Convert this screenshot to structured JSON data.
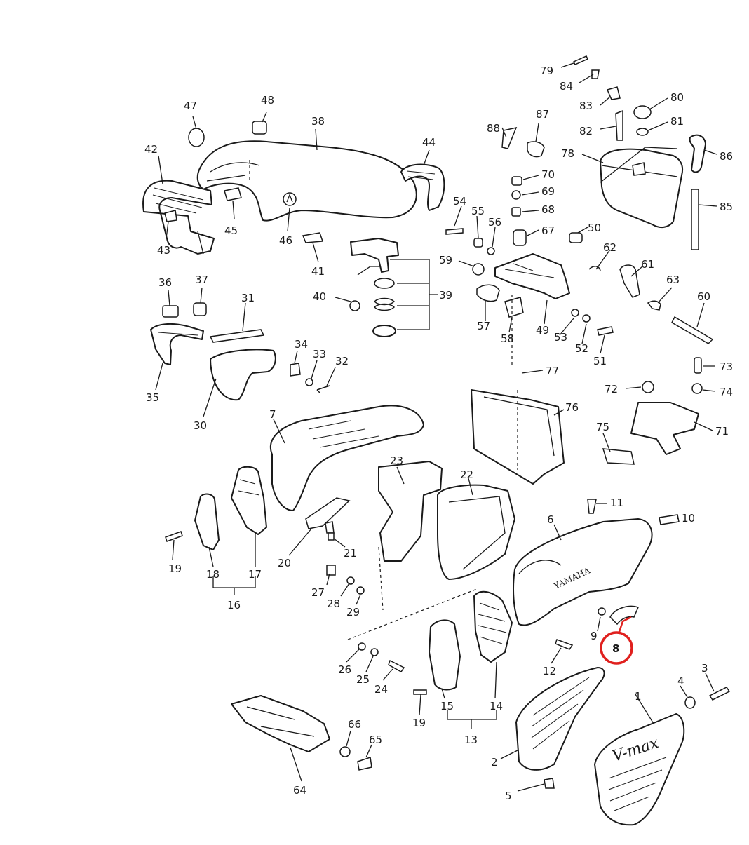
{
  "diagram": {
    "labels": [
      "1",
      "2",
      "3",
      "4",
      "5",
      "6",
      "7",
      "8",
      "9",
      "10",
      "11",
      "12",
      "13",
      "14",
      "15",
      "16",
      "17",
      "18",
      "19",
      "19",
      "20",
      "21",
      "22",
      "23",
      "24",
      "25",
      "26",
      "27",
      "28",
      "29",
      "30",
      "31",
      "32",
      "33",
      "34",
      "35",
      "36",
      "37",
      "38",
      "39",
      "40",
      "41",
      "42",
      "43",
      "44",
      "45",
      "46",
      "47",
      "48",
      "49",
      "50",
      "51",
      "52",
      "53",
      "54",
      "55",
      "56",
      "57",
      "58",
      "59",
      "60",
      "61",
      "62",
      "63",
      "64",
      "65",
      "66",
      "67",
      "68",
      "69",
      "70",
      "71",
      "72",
      "73",
      "74",
      "75",
      "76",
      "77",
      "78",
      "79",
      "80",
      "81",
      "82",
      "83",
      "84",
      "85",
      "86",
      "87",
      "88"
    ],
    "brand_text": "YAMAHA",
    "badge_text": "V-max",
    "highlight": {
      "label": "8",
      "color": "#e0201e"
    },
    "colors": {
      "ink": "#1a1a1a",
      "paper": "#ffffff"
    }
  }
}
